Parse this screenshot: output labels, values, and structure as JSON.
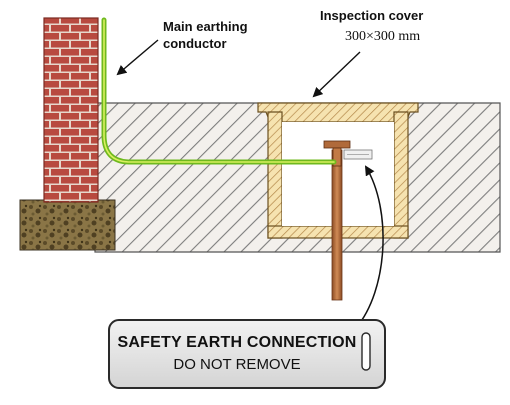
{
  "labels": {
    "conductor_line1": "Main earthing",
    "conductor_line2": "conductor",
    "cover_title": "Inspection cover",
    "cover_size": "300×300 mm"
  },
  "tag": {
    "line1": "SAFETY EARTH CONNECTION",
    "line2": "DO NOT REMOVE"
  },
  "colors": {
    "brick": "#b5443a",
    "mortar": "#e8d8cc",
    "conductor_green": "#7ed321",
    "conductor_yellow": "#e8f27a",
    "rod_copper": "#b06a3a",
    "chamber_wall": "#f3dfaa",
    "ground_hatch": "#8a8a8a",
    "soil": "#6b5a3a",
    "tag_fill": "#e4e4e4"
  }
}
